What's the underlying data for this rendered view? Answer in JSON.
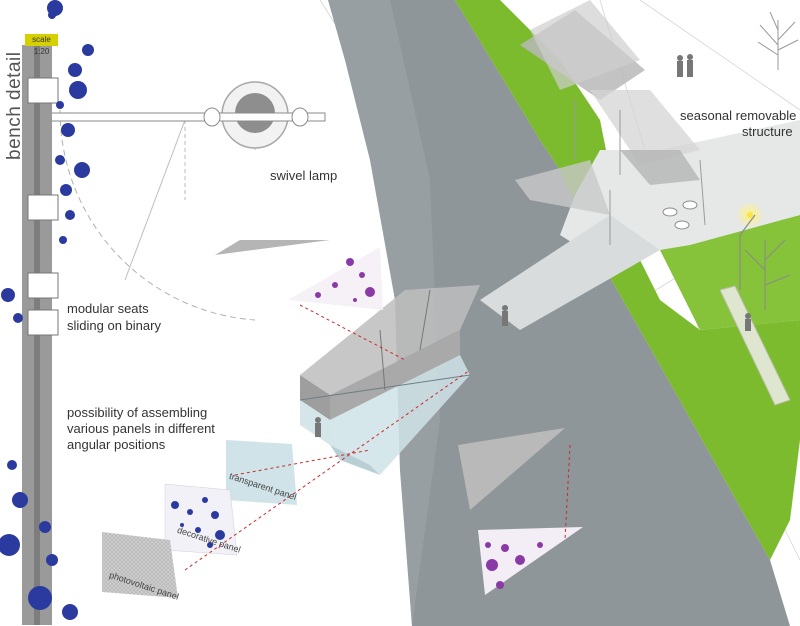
{
  "colors": {
    "road": "#8f969a",
    "grass": "#7cba2e",
    "dot_blue": "#2b3a9f",
    "dot_purple": "#8a3aa6",
    "scale_badge": "#d7d000",
    "annotation_red": "#cc2a2a",
    "glass": "#cfe3e8"
  },
  "icons": [
    "lamp-plan-icon",
    "tree-icon",
    "person-figure-icon",
    "lamp-glow-icon"
  ],
  "bench_detail": {
    "title": "bench detail",
    "scale": "scale 1:20"
  },
  "labels": {
    "swivel_lamp": "swivel lamp",
    "modular_seats_line1": "modular seats",
    "modular_seats_line2": "sliding on binary",
    "assembling_line1": "possibility of assembling",
    "assembling_line2": "various panels in different",
    "assembling_line3": "angular positions",
    "seasonal_line1": "seasonal removable",
    "seasonal_line2": "structure"
  },
  "panels": {
    "transparent": "transparent panel",
    "decorative": "decorative panel",
    "photovoltaic": "photovoltaic panel"
  }
}
